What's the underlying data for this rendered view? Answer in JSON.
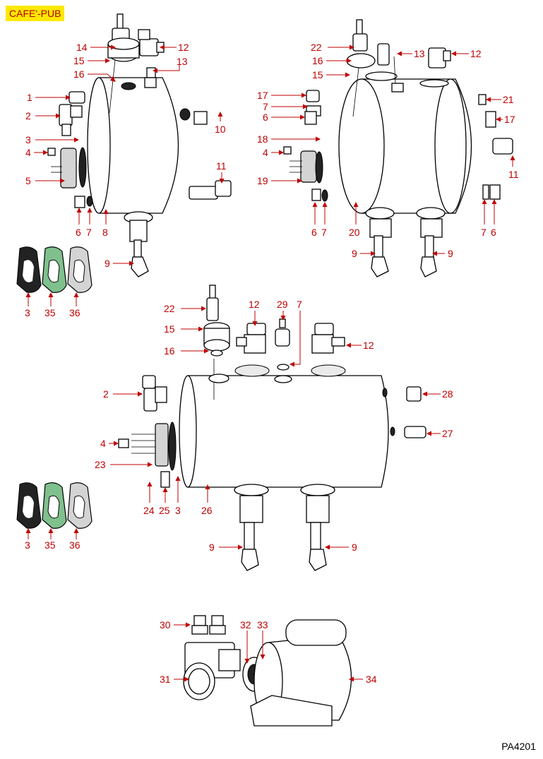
{
  "header": {
    "model": "CAFE'-PUB"
  },
  "footer": {
    "code": "PA4201"
  },
  "colors": {
    "badge_bg": "#ffe800",
    "label": "#c00000",
    "gasket_green": "#7fc08d"
  },
  "callouts": [
    "14",
    "12",
    "15",
    "13",
    "16",
    "1",
    "2",
    "10",
    "3",
    "4",
    "11",
    "5",
    "6",
    "7",
    "8",
    "9",
    "22",
    "13",
    "12",
    "16",
    "15",
    "17",
    "21",
    "7",
    "6",
    "17",
    "18",
    "4",
    "11",
    "19",
    "20",
    "6",
    "7",
    "7",
    "6",
    "9",
    "9",
    "3",
    "35",
    "36",
    "22",
    "12",
    "29",
    "7",
    "15",
    "12",
    "16",
    "2",
    "28",
    "4",
    "27",
    "23",
    "24",
    "25",
    "3",
    "26",
    "9",
    "9",
    "3",
    "35",
    "36",
    "30",
    "32",
    "33",
    "31",
    "34"
  ]
}
